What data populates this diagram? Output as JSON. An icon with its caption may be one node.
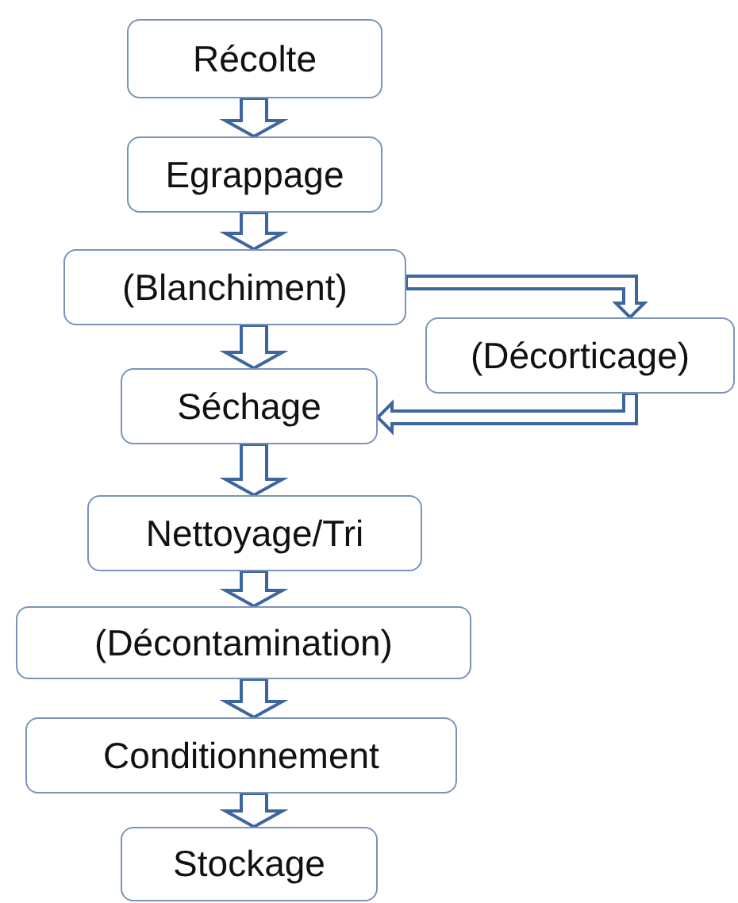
{
  "diagram": {
    "nodes": [
      {
        "text": [
          "Récolte"
        ]
      },
      {
        "text": [
          "Egrappage"
        ]
      },
      {
        "text": [
          "(Blanchiment)"
        ]
      },
      {
        "text": [
          "(Décorticage)"
        ]
      },
      {
        "text": [
          "Séchage"
        ]
      },
      {
        "text": [
          "Nettoyage/Tri"
        ]
      },
      {
        "text": [
          "(Décontamination)"
        ]
      },
      {
        "text": [
          "Conditionnement"
        ]
      },
      {
        "text": [
          "Stockage"
        ]
      }
    ],
    "edges": [
      {
        "from": 0,
        "to": 1,
        "arrow": "to"
      },
      {
        "from": 1,
        "to": 2,
        "arrow": "to"
      },
      {
        "from": 2,
        "to": 4,
        "arrow": "to"
      },
      {
        "from": 2,
        "to": 3,
        "arrow": "to"
      },
      {
        "from": 3,
        "to": 4,
        "arrow": "to"
      },
      {
        "from": 4,
        "to": 5,
        "arrow": "to"
      },
      {
        "from": 5,
        "to": 6,
        "arrow": "to"
      },
      {
        "from": 6,
        "to": 7,
        "arrow": "to"
      },
      {
        "from": 7,
        "to": 8,
        "arrow": "to"
      }
    ]
  }
}
